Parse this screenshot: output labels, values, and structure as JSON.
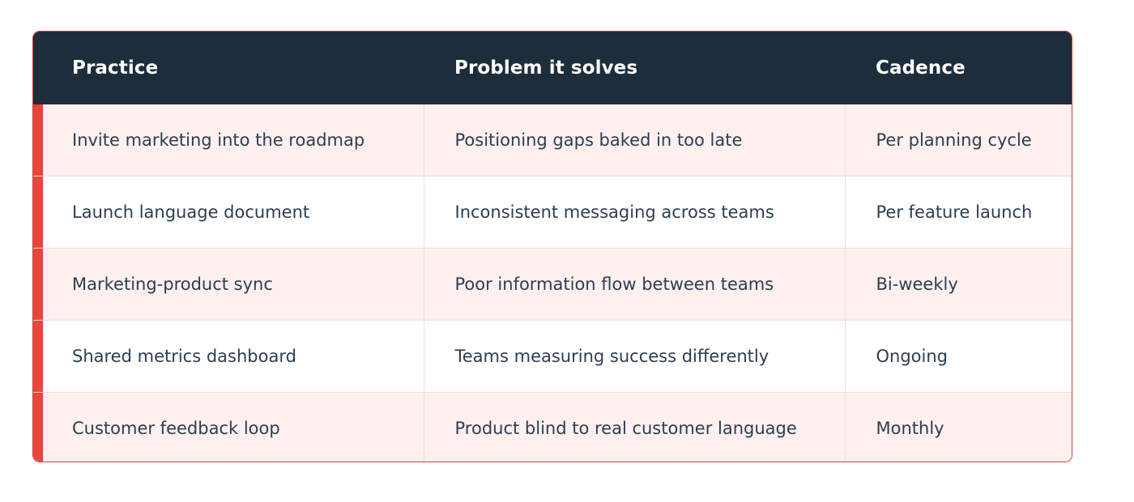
{
  "table": {
    "columns": [
      {
        "key": "practice",
        "label": "Practice"
      },
      {
        "key": "problem",
        "label": "Problem it solves"
      },
      {
        "key": "cadence",
        "label": "Cadence"
      }
    ],
    "rows": [
      {
        "practice": "Invite marketing into the roadmap",
        "problem": "Positioning gaps baked in too late",
        "cadence": "Per planning cycle"
      },
      {
        "practice": "Launch language document",
        "problem": "Inconsistent messaging across teams",
        "cadence": "Per feature launch"
      },
      {
        "practice": "Marketing-product sync",
        "problem": "Poor information flow between teams",
        "cadence": "Bi-weekly"
      },
      {
        "practice": "Shared metrics dashboard",
        "problem": "Teams measuring success differently",
        "cadence": "Ongoing"
      },
      {
        "practice": "Customer feedback loop",
        "problem": "Product blind to real customer language",
        "cadence": "Monthly"
      }
    ]
  },
  "colors": {
    "header_background": "#1e2d3b",
    "header_text": "#ffffff",
    "accent_red": "#e8453c",
    "frame_border": "#c9453c",
    "row_stripe": "#fdf0ee",
    "row_plain": "#ffffff",
    "cell_divider": "#f0dcd9",
    "body_text": "#2c3e50",
    "page_background": "#ffffff"
  }
}
